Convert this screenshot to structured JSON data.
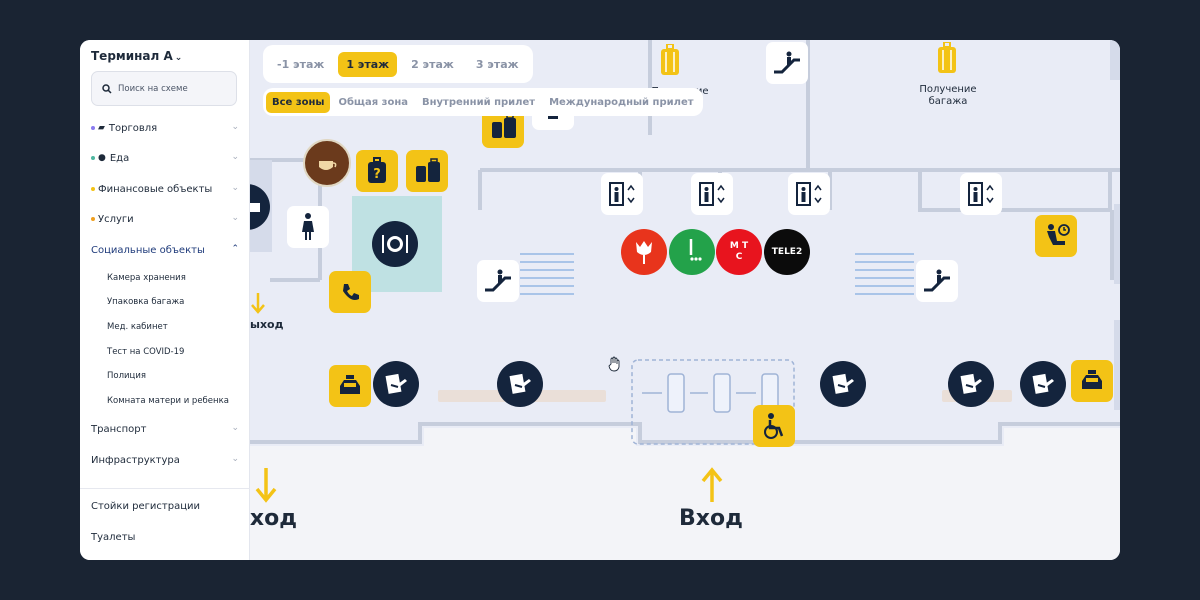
{
  "sidebar": {
    "terminal_label": "Терминал А",
    "search_placeholder": "Поиск на схеме",
    "categories": [
      {
        "label": "Торговля",
        "dot": "#8b7cf0",
        "icon": "shop-icon"
      },
      {
        "label": "Еда",
        "dot": "#4fb7a0",
        "icon": "food-icon"
      },
      {
        "label": "Финансовые объекты",
        "dot": "#f3c316",
        "icon": ""
      },
      {
        "label": "Услуги",
        "dot": "#f0a020",
        "icon": ""
      },
      {
        "label": "Социальные объекты",
        "dot": "",
        "icon": ""
      }
    ],
    "social_items": [
      "Камера хранения",
      "Упаковка багажа",
      "Мед. кабинет",
      "Тест на COVID-19",
      "Полиция",
      "Комната матери и ребенка"
    ],
    "more_categories": [
      "Транспорт",
      "Инфраструктура"
    ],
    "bottom_items": [
      "Стойки регистрации",
      "Туалеты"
    ]
  },
  "floors": {
    "items": [
      "-1 этаж",
      "1 этаж",
      "2 этаж",
      "3 этаж"
    ],
    "selected": "1 этаж"
  },
  "zones": {
    "items": [
      "Все зоны",
      "Общая зона",
      "Внутренний прилет",
      "Международный прилет"
    ],
    "selected": "Все зоны"
  },
  "map": {
    "baggage_label_1": "Получение\nбагажа",
    "baggage_label_2": "Получение\nбагажа",
    "exit_small": "ыход",
    "exit_big": "ыход",
    "entrance_big": "Вход",
    "operators": [
      "tulip",
      "megafon",
      "mts",
      "tele2"
    ],
    "mts_letters": "М Т\nС",
    "tele2_label": "TELE2"
  },
  "colors": {
    "accent": "#f3c316",
    "navy": "#14243d",
    "map_bg": "#e9ecf6",
    "wall": "#c6cddc"
  }
}
